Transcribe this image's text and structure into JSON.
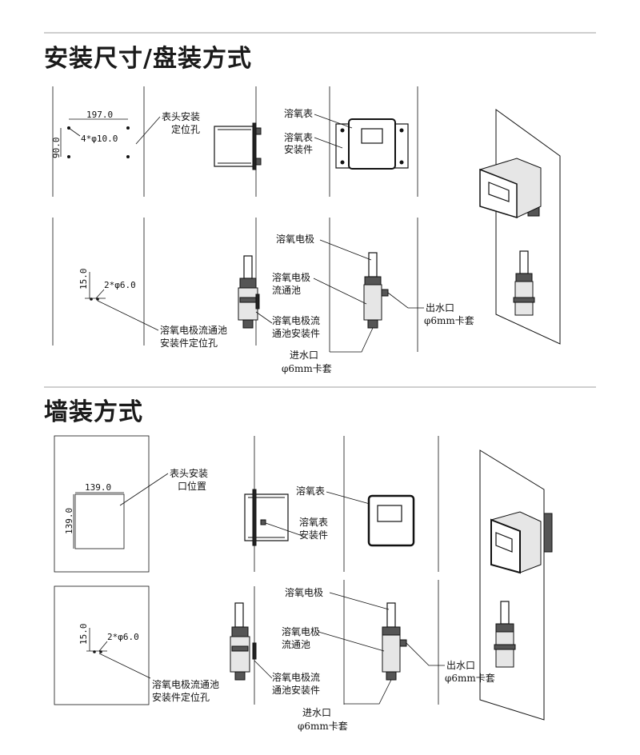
{
  "sections": {
    "panel_title": "安装尺寸/盘装方式",
    "wall_title": "墙装方式"
  },
  "panel": {
    "dim_width": "197.0",
    "dim_height": "90.0",
    "dim_holes": "4*φ10.0",
    "label_head_holes_1": "表头安装",
    "label_head_holes_2": "定位孔",
    "label_meter": "溶氧表",
    "label_meter_mount_1": "溶氧表",
    "label_meter_mount_2": "安装件",
    "dim_elec_height": "15.0",
    "dim_elec_holes": "2*φ6.0",
    "label_elec_holes_1": "溶氧电极流通池",
    "label_elec_holes_2": "安装件定位孔",
    "label_flow_mount_1": "溶氧电极流",
    "label_flow_mount_2": "通池安装件",
    "label_electrode": "溶氧电极",
    "label_flow_cell_1": "溶氧电极",
    "label_flow_cell_2": "流通池",
    "label_outlet_1": "出水口",
    "label_outlet_2": "φ6mm卡套",
    "label_inlet_1": "进水口",
    "label_inlet_2": "φ6mm卡套"
  },
  "wall": {
    "dim_width": "139.0",
    "dim_height": "139.0",
    "label_head_cutout_1": "表头安装",
    "label_head_cutout_2": "口位置",
    "label_meter": "溶氧表",
    "label_meter_mount_1": "溶氧表",
    "label_meter_mount_2": "安装件",
    "dim_elec_height": "15.0",
    "dim_elec_holes": "2*φ6.0",
    "label_elec_holes_1": "溶氧电极流通池",
    "label_elec_holes_2": "安装件定位孔",
    "label_flow_mount_1": "溶氧电极流",
    "label_flow_mount_2": "通池安装件",
    "label_electrode": "溶氧电极",
    "label_flow_cell_1": "溶氧电极",
    "label_flow_cell_2": "流通池",
    "label_outlet_1": "出水口",
    "label_outlet_2": "φ6mm卡套",
    "label_inlet_1": "进水口",
    "label_inlet_2": "φ6mm卡套"
  }
}
